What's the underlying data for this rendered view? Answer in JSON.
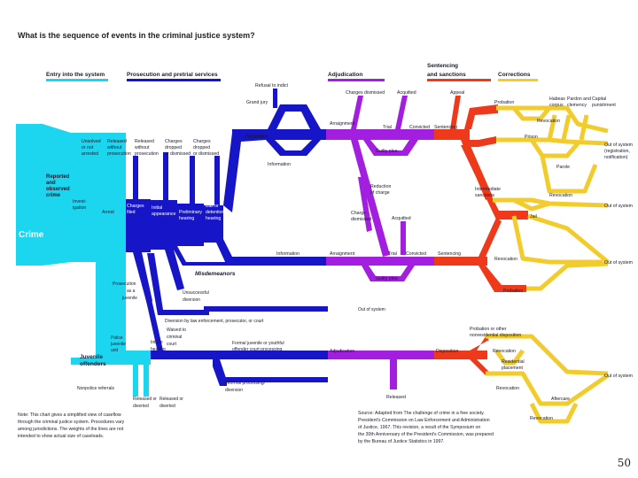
{
  "title": "What is the sequence of events in the criminal justice system?",
  "page_number": "50",
  "colors": {
    "entry": "#1cd6f0",
    "prosecution": "#1616c8",
    "adjudication": "#a21fe0",
    "sentencing": "#ee3a1a",
    "corrections": "#f2cc2c"
  },
  "stages": {
    "entry": "Entry into the system",
    "prosecution": "Prosecution and pretrial services",
    "adjudication": "Adjudication",
    "sentencing_1": "Sentencing",
    "sentencing_2": "and sanctions",
    "corrections": "Corrections"
  },
  "labels": {
    "crime": "Crime",
    "reported_1": "Reported",
    "reported_2": "and",
    "reported_3": "observed",
    "reported_4": "crime",
    "unsolved_1": "Unsolved",
    "unsolved_2": "or not",
    "unsolved_3": "arrested",
    "released_nopros_1": "Released",
    "released_nopros_2": "without",
    "released_nopros_3": "prosecution",
    "released_nopros2_1": "Released",
    "released_nopros2_2": "without",
    "released_nopros2_3": "prosecution",
    "charges_dropped_1": "Charges",
    "charges_dropped_2": "dropped",
    "charges_dropped_3": "or dismissed",
    "charges_dropped2_1": "Charges",
    "charges_dropped2_2": "dropped",
    "charges_dropped2_3": "or dismissed",
    "investigation_1": "Invest-",
    "investigation_2": "igation",
    "arrest": "Arrest",
    "charges_filed_1": "Charges",
    "charges_filed_2": "filed",
    "initial_appearance_1": "Initial",
    "initial_appearance_2": "appearance",
    "preliminary_hearing_1": "Preliminary",
    "preliminary_hearing_2": "hearing",
    "bail_1": "Bail or",
    "bail_2": "detention",
    "bail_3": "hearing",
    "refusal_to_indict": "Refusal to indict",
    "grand_jury": "Grand jury",
    "felonies": "Felonies",
    "information": "Information",
    "information_2": "Information",
    "misdemeanors": "Misdemeanors",
    "charges_dismissed": "Charges dismissed",
    "acquitted": "Acquitted",
    "appeal": "Appeal",
    "arraignment": "Arraignment",
    "arraignment_2": "Arraignment",
    "trial": "Trial",
    "trial_2": "Trial",
    "convicted": "Convicted",
    "convicted_2": "Convicted",
    "sentencing": "Sentencing",
    "sentencing_2": "Sentencing",
    "guilty_plea": "Guilty plea",
    "guilty_plea_2": "Guilty plea",
    "reduction_1": "Reduction",
    "reduction_2": "of charge",
    "charge_dismissed_1": "Charge",
    "charge_dismissed_2": "dismissed",
    "acquitted_2": "Acquitted",
    "probation": "Probation",
    "probation_2": "Probation",
    "revocation": "Revocation",
    "revocation_2": "Revocation",
    "revocation_3": "Revocation",
    "revocation_4": "Revocation",
    "revocation_5": "Revocation",
    "revocation_6": "Revocation",
    "prison": "Prison",
    "parole": "Parole",
    "jail": "Jail",
    "habeas_1": "Habeas",
    "habeas_2": "corpus",
    "pardon_1": "Pardon and",
    "pardon_2": "clemency",
    "capital_1": "Capital",
    "capital_2": "punishment",
    "out_of_system_reg_1": "Out of system",
    "out_of_system_reg_2": "(registration,",
    "out_of_system_reg_3": "notification)",
    "out_of_system_1": "Out of system",
    "out_of_system_2": "Out of system",
    "out_of_system_3": "Out of system",
    "out_of_system_4": "Out of system",
    "intermediate_1": "Intermediate",
    "intermediate_2": "sanctions",
    "unsuccessful_1": "Unsuccessful",
    "unsuccessful_2": "diversion",
    "diversion": "Diversion by law enforcement, prosecutor, or court",
    "prosecution_as_juvenile_1": "Prosecution",
    "prosecution_as_juvenile_2": "as a",
    "prosecution_as_juvenile_3": "juvenile",
    "waived_1": "Waived to",
    "waived_2": "criminal",
    "waived_3": "court",
    "intake_1": "Intake",
    "intake_2": "hearing",
    "police_juvenile_1": "Police",
    "police_juvenile_2": "juvenile",
    "police_juvenile_3": "unit",
    "juvenile_1": "Juvenile",
    "juvenile_2": "offenders",
    "formal_juvenile_1": "Formal juvenile or youthful",
    "formal_juvenile_2": "offender court processing",
    "informal_1": "Informal processing/",
    "informal_2": "diversion",
    "adjudication": "Adjudication",
    "disposition": "Disposition",
    "probation_other_1": "Probation or other",
    "probation_other_2": "nonresidential disposition",
    "residential_1": "Residential",
    "residential_2": "placement",
    "aftercare": "Aftercare",
    "released_1": "Released",
    "released_or_diverted_1a": "Released or",
    "released_or_diverted_1b": "diverted",
    "released_or_diverted_2a": "Released or",
    "released_or_diverted_2b": "diverted",
    "nonpolice_referrals": "Nonpolice referrals"
  },
  "note": [
    "Note: This chart gives a simplified view of caseflow",
    "through the criminal justice system. Procedures vary",
    "among jurisdictions. The weights of the lines are not",
    "intended to show actual size of caseloads."
  ],
  "source": [
    "Source: Adapted from The challenge of crime in a free society.",
    "President's Commission on Law Enforcement and Administration",
    "of Justice, 1967. This revision, a result of the Symposium on",
    "the 30th Anniversary of the President's Commission, was prepared",
    "by the Bureau of Justice Statistics in 1997."
  ]
}
